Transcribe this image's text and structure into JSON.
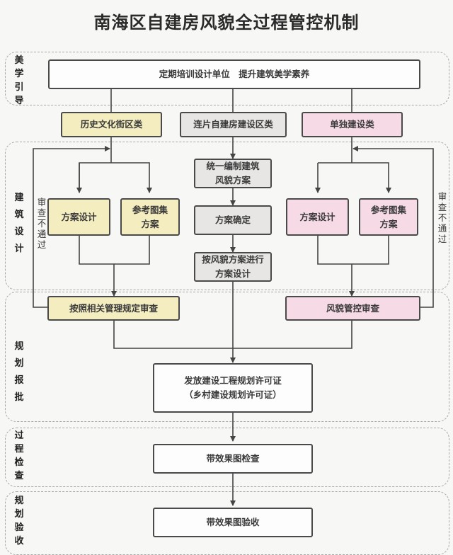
{
  "title": "南海区自建房风貌全过程管控机制",
  "sections": [
    {
      "label": "美学引导"
    },
    {
      "label": "建筑设计"
    },
    {
      "label": "规划报批"
    },
    {
      "label": "过程检查"
    },
    {
      "label": "规划验收"
    }
  ],
  "aesthetic_guidance": {
    "text": "定期培训设计单位　提升建筑美学素养"
  },
  "categories": {
    "historic": "历史文化街区类",
    "contiguous": "连片自建房建设区类",
    "standalone": "单独建设类"
  },
  "left_branch": {
    "design": "方案设计",
    "reference": "参考图集方案",
    "review": "按照相关管理规定审查",
    "fail_label": "审查不通过"
  },
  "center_branch": {
    "step1": "统一编制建筑风貌方案",
    "step2": "方案确定",
    "step3": "按风貌方案进行方案设计"
  },
  "right_branch": {
    "design": "方案设计",
    "reference": "参考图集方案",
    "review": "风貌管控审查",
    "fail_label": "审查不通过"
  },
  "permit": {
    "line1": "发放建设工程规划许可证",
    "line2": "（乡村建设规划许可证）"
  },
  "inspection": {
    "text": "带效果图检查"
  },
  "acceptance": {
    "text": "带效果图验收"
  },
  "colors": {
    "historic": "#f4edbf",
    "contiguous": "#e8e6e4",
    "standalone": "#f6dae6",
    "border": "#4a4a4a"
  }
}
